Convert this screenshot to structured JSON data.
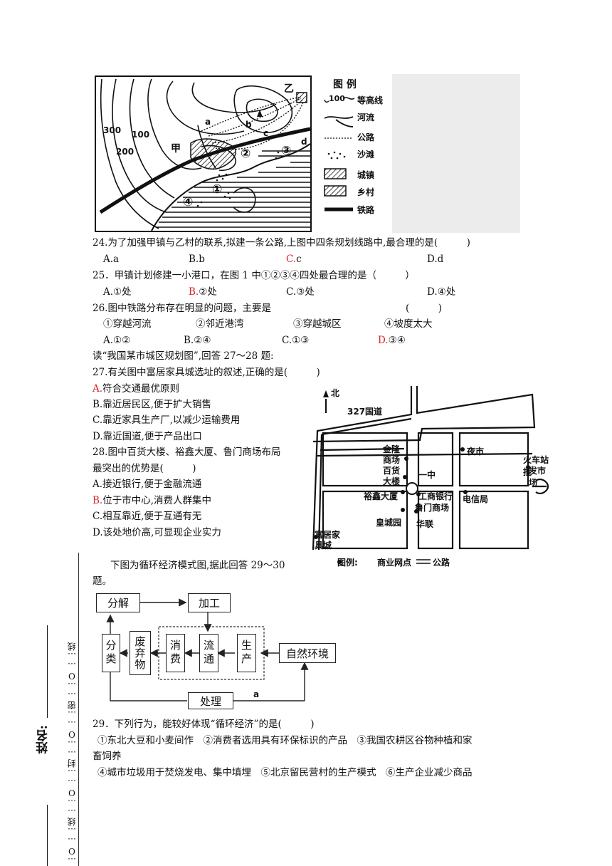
{
  "figure1": {
    "labels": {
      "c300": "300",
      "c100": "100",
      "c200": "200",
      "jia": "甲",
      "yi": "乙",
      "a": "a",
      "b": "b",
      "c": "c",
      "d": "d",
      "p1": "①",
      "p2": "②",
      "p3": "③",
      "p4": "④"
    },
    "legend": {
      "title": "图 例",
      "items": [
        "等高线",
        "河流",
        "公路",
        "沙滩",
        "城镇",
        "乡村",
        "铁路"
      ],
      "contour_sample": "100"
    }
  },
  "q24": {
    "stem": "24.为了加强甲镇与乙村的联系,拟建一条公路,上图中四条规划线路中,最合理的是(　　　)",
    "options": [
      {
        "letter": "A.",
        "text": "a"
      },
      {
        "letter": "B.",
        "text": "b"
      },
      {
        "letter": "C.",
        "text": "c"
      },
      {
        "letter": "D.",
        "text": "d"
      }
    ]
  },
  "q25": {
    "stem": "25．甲镇计划修建一小港口，在图 1 中①②③④四处最合理的是（　　　）",
    "options": [
      {
        "letter": "A.",
        "text": "①处"
      },
      {
        "letter": "B.",
        "text": "②处"
      },
      {
        "letter": "C.",
        "text": "③处"
      },
      {
        "letter": "D.",
        "text": "④处"
      }
    ]
  },
  "q26": {
    "stem": "26.图中铁路分布存在明显的问题，主要是",
    "paren": "(　　　)",
    "items": [
      "①穿越河流",
      "②邻近港湾",
      "③穿越城区",
      "④坡度太大"
    ],
    "options": [
      {
        "letter": "A.",
        "text": "①②"
      },
      {
        "letter": "B.",
        "text": "②④"
      },
      {
        "letter": "C.",
        "text": "①③"
      },
      {
        "letter": "D.",
        "text": "③④"
      }
    ]
  },
  "intro27": "读“我国某市城区规划图”,回答 27～28 题:",
  "q27": {
    "stem": "27.有关图中富居家具城选址的叙述,正确的是(　　　)",
    "options": [
      {
        "letter": "A.",
        "text": "符合交通最优原则"
      },
      {
        "letter": "B.",
        "text": "靠近居民区,便于扩大销售"
      },
      {
        "letter": "C.",
        "text": "靠近家具生产厂,以减少运输费用"
      },
      {
        "letter": "D.",
        "text": "靠近国道,便于产品出口"
      }
    ]
  },
  "q28": {
    "stem1": "28.图中百货大楼、裕鑫大厦、鲁门商场布局",
    "stem2": "最突出的优势是(　　　)",
    "options": [
      {
        "letter": "A.",
        "text": "接近银行,便于金融流通"
      },
      {
        "letter": "B.",
        "text": "位于市中心,消费人群集中"
      },
      {
        "letter": "C.",
        "text": "相互靠近,便于互通有无"
      },
      {
        "letter": "D.",
        "text": "该处地价高,可显现企业实力"
      }
    ]
  },
  "citymap": {
    "north": "北",
    "road327": "327国道",
    "jinlong": [
      "金隆",
      "商场"
    ],
    "baihuo": [
      "百货",
      "大楼"
    ],
    "yizhong": "一中",
    "yeshi": "夜市",
    "station": [
      "火车站批",
      "发市场"
    ],
    "yuxin": "裕鑫大厦",
    "icbc": "工商银行",
    "lumen": "鲁门商场",
    "dianxin": "电信局",
    "huangcheng": "皇城园",
    "hualian": "华联",
    "fuju": [
      "富居家",
      "具城"
    ],
    "legend_title": "图例:",
    "legend_point": "商业网点",
    "legend_road": "公路"
  },
  "intro29": [
    "下图为循环经济模式图,据此回答 29～30",
    "题。"
  ],
  "flow": {
    "fenjie": "分解",
    "jiagong": "加工",
    "fenlei": "分类",
    "feiqiwu": "废弃物",
    "xiaofei": "消费",
    "liutong": "流通",
    "shengchan": "生产",
    "ziran": "自然环境",
    "chuli": "处理",
    "a": "a"
  },
  "q29": {
    "stem": "29．下列行为，能较好体现“循环经济”的是(　　　)",
    "line1": "①东北大豆和小麦间作　②消费者选用具有环保标识的产品　③我国农耕区谷物种植和家",
    "line2": "畜饲养",
    "line3": "④城市垃圾用于焚烧发电、集中填埋　⑤北京留民营村的生产模式　⑥生产企业减少商品"
  },
  "binding": {
    "name_label": "姓名:",
    "seal": "…O……线……O……封……O……密……O……线"
  }
}
